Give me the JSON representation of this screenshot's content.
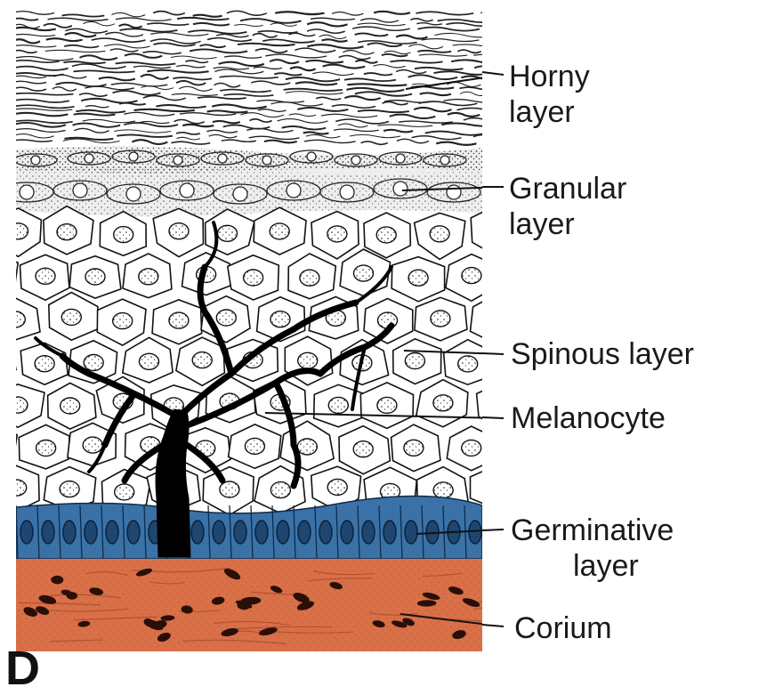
{
  "panel_letter": "D",
  "labels": {
    "horny": [
      "Horny",
      "layer"
    ],
    "granular": [
      "Granular",
      "layer"
    ],
    "spinous": "Spinous layer",
    "melanocyte": "Melanocyte",
    "germinative": [
      "Germinative",
      "layer"
    ],
    "corium": "Corium"
  },
  "colors": {
    "germinative_fill": "#3a72a8",
    "corium_fill": "#d97048",
    "ink": "#111111",
    "granular_fill": "#e6e6e6"
  }
}
